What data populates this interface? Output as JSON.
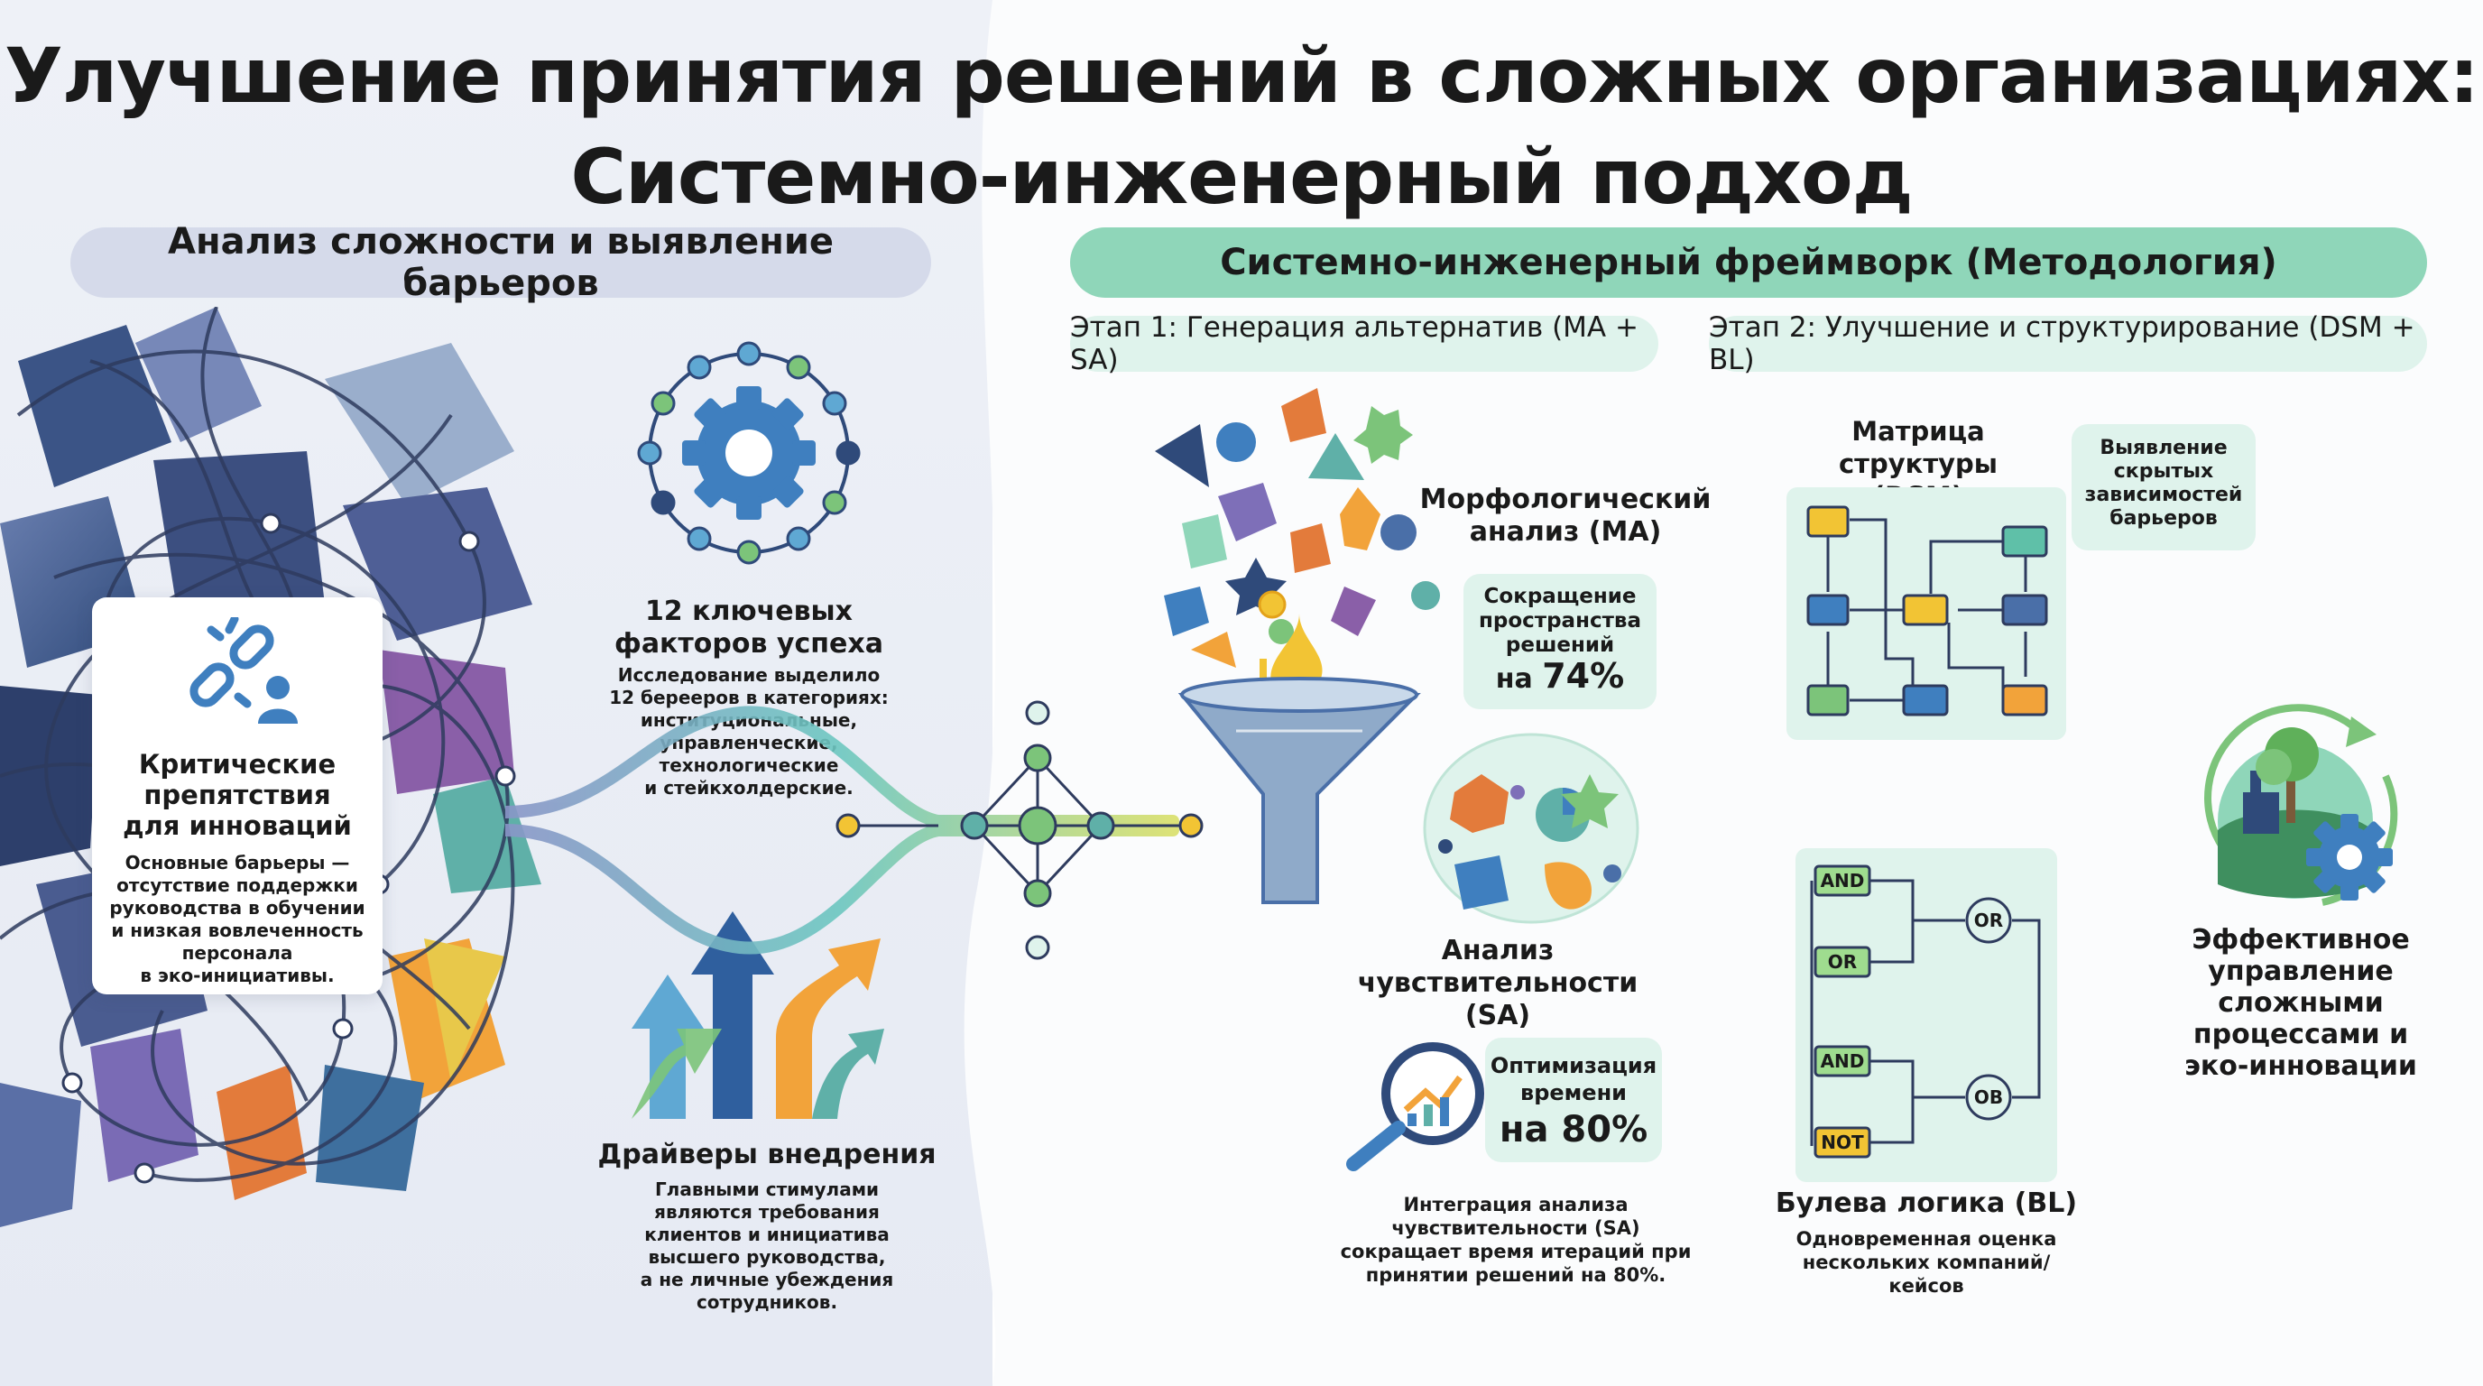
{
  "title_line1": "Улучшение принятия решений в сложных организациях:",
  "title_line2": "Системно-инженерный подход",
  "left_section": {
    "header": "Анализ сложности и выявление барьеров",
    "barriers": {
      "title_line1": "Критические",
      "title_line2": "препятствия",
      "title_line3": "для инноваций",
      "text_lines": [
        "Основные барьеры —",
        "отсутствие поддержки",
        "руководства в обучении",
        "и низкая вовлеченность",
        "персонала",
        "в эко-инициативы."
      ]
    },
    "factors": {
      "title_line1": "12 ключевых",
      "title_line2": "факторов успеха",
      "text_lines": [
        "Исследование выделило",
        "12 берееров в категориях:",
        "институциональные,",
        "управленческие, технологические",
        "и стейкхолдерские."
      ]
    },
    "drivers": {
      "title": "Драйверы внедрения",
      "text_lines": [
        "Главными стимулами",
        "являются требования",
        "клиентов и инициатива",
        "высшего руководства,",
        "а не личные убеждения",
        "сотрудников."
      ]
    }
  },
  "right_section": {
    "header": "Системно-инженерный фреймворк (Методология)",
    "stage1": "Этап 1: Генерация альтернатив (MA + SA)",
    "stage2": "Этап 2: Улучшение и структурирование (DSM + BL)",
    "ma": {
      "title_line1": "Морфологический",
      "title_line2": "анализ (MA)",
      "callout_lines": [
        "Сокращение",
        "пространства",
        "решений"
      ],
      "callout_prefix": "на",
      "callout_value": "74%"
    },
    "sa": {
      "title_line1": "Анализ",
      "title_line2": "чувствительности",
      "title_line3": "(SA)",
      "callout_lines": [
        "Оптимизация",
        "времени"
      ],
      "callout_value": "на 80%",
      "text_lines": [
        "Интеграция анализа",
        "чувствительности (SA)",
        "сокращает время итераций при",
        "принятии решений на 80%."
      ]
    },
    "dsm": {
      "title_line1": "Матрица структуры",
      "title_line2": "(DSM)",
      "callout_lines": [
        "Выявление",
        "скрытых",
        "зависимостей",
        "барьеров"
      ]
    },
    "bl": {
      "title": "Булева логика (BL)",
      "text_lines": [
        "Одновременная оценка",
        "нескольких компаний/",
        "кейсов"
      ],
      "gates": [
        "AND",
        "OR",
        "OR",
        "AND",
        "OB",
        "NOT"
      ]
    },
    "outcome": {
      "lines": [
        "Эффективное",
        "управление",
        "сложными",
        "процессами и",
        "эко-инновации"
      ]
    }
  },
  "colors": {
    "teal": "#8fd6b9",
    "navy": "#2f4a7a",
    "blue": "#3f7fbf",
    "yellow": "#f2c434",
    "green": "#7cc47a",
    "purple": "#7e6fb8"
  }
}
